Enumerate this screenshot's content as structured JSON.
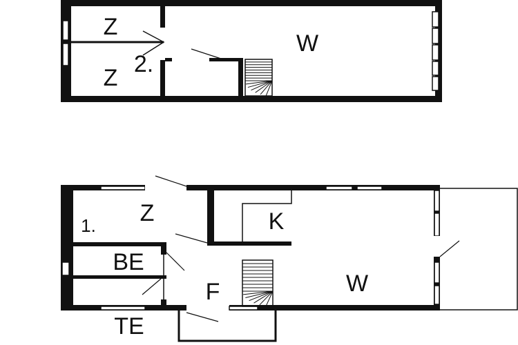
{
  "upper_floor": {
    "labels": {
      "room_z_top": "Z",
      "floor_number": "2.",
      "room_z_bottom": "Z",
      "room_w": "W"
    }
  },
  "ground_floor": {
    "labels": {
      "room_z": "Z",
      "room_k": "K",
      "floor_number": "1.",
      "room_be": "BE",
      "room_f": "F",
      "room_w": "W",
      "room_te": "TE"
    }
  },
  "colors": {
    "wall": "#111111",
    "background": "#ffffff"
  }
}
